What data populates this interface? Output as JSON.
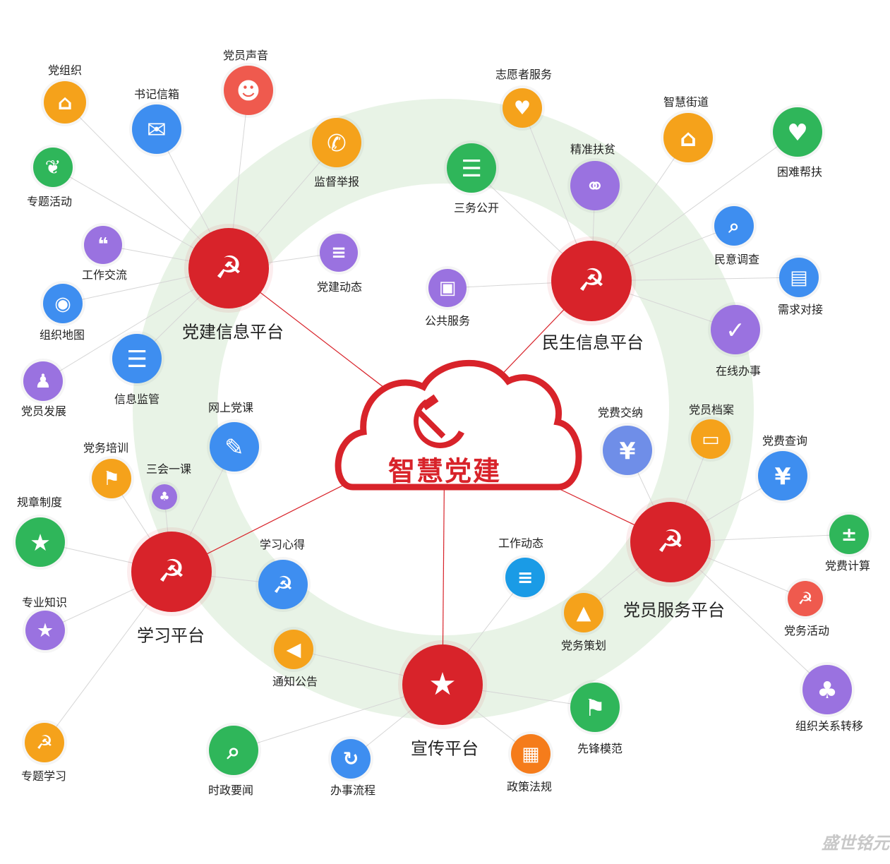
{
  "center": {
    "title": "智慧党建",
    "color": "#d8232a"
  },
  "ring_color": "#e8f3e6",
  "hubs": [
    {
      "id": "info",
      "label": "党建信息平台",
      "icon": "document-icon"
    },
    {
      "id": "livelihood",
      "label": "民生信息平台",
      "icon": "people-icon"
    },
    {
      "id": "service",
      "label": "党员服务平台",
      "icon": "member-icon"
    },
    {
      "id": "publicity",
      "label": "宣传平台",
      "icon": "certificate-icon"
    },
    {
      "id": "study",
      "label": "学习平台",
      "icon": "book-icon"
    }
  ],
  "nodes": [
    {
      "id": "dzz",
      "label": "党组织",
      "hub": "info",
      "color": "#f5a21b",
      "icon": "home-icon"
    },
    {
      "id": "dysy",
      "label": "党员声音",
      "hub": "info",
      "color": "#ef5a4e",
      "icon": "chat-user-icon"
    },
    {
      "id": "sjxx",
      "label": "书记信箱",
      "hub": "info",
      "color": "#3e8ef0",
      "icon": "mail-icon"
    },
    {
      "id": "ztdh",
      "label": "专题活动",
      "hub": "info",
      "color": "#2fb65a",
      "icon": "leaf-icon"
    },
    {
      "id": "jdjb",
      "label": "监督举报",
      "hub": "info",
      "color": "#f5a21b",
      "icon": "phone-icon"
    },
    {
      "id": "gzjl",
      "label": "工作交流",
      "hub": "info",
      "color": "#9a72e0",
      "icon": "chat-icon"
    },
    {
      "id": "djdt",
      "label": "党建动态",
      "hub": "info",
      "color": "#9a72e0",
      "icon": "news-icon"
    },
    {
      "id": "zzdt",
      "label": "组织地图",
      "hub": "info",
      "color": "#3e8ef0",
      "icon": "map-icon"
    },
    {
      "id": "xxjg",
      "label": "信息监管",
      "hub": "info",
      "color": "#3e8ef0",
      "icon": "database-icon"
    },
    {
      "id": "dyfz",
      "label": "党员发展",
      "hub": "info",
      "color": "#9a72e0",
      "icon": "user-icon"
    },
    {
      "id": "zyz",
      "label": "志愿者服务",
      "hub": "livelihood",
      "color": "#f5a21b",
      "icon": "heart-hand-icon"
    },
    {
      "id": "zhjd",
      "label": "智慧街道",
      "hub": "livelihood",
      "color": "#f5a21b",
      "icon": "location-icon"
    },
    {
      "id": "knbf",
      "label": "困难帮扶",
      "hub": "livelihood",
      "color": "#2fb65a",
      "icon": "heart-chat-icon"
    },
    {
      "id": "swgk",
      "label": "三务公开",
      "hub": "livelihood",
      "color": "#2fb65a",
      "icon": "list-icon"
    },
    {
      "id": "jzfp",
      "label": "精准扶贫",
      "hub": "livelihood",
      "color": "#9a72e0",
      "icon": "handshake-icon"
    },
    {
      "id": "mydc",
      "label": "民意调查",
      "hub": "livelihood",
      "color": "#3e8ef0",
      "icon": "search-doc-icon"
    },
    {
      "id": "xqdj",
      "label": "需求对接",
      "hub": "livelihood",
      "color": "#3e8ef0",
      "icon": "newspaper-icon"
    },
    {
      "id": "ggfw",
      "label": "公共服务",
      "hub": "livelihood",
      "color": "#9a72e0",
      "icon": "inbox-icon"
    },
    {
      "id": "zxbs",
      "label": "在线办事",
      "hub": "livelihood",
      "color": "#9a72e0",
      "icon": "monitor-icon"
    },
    {
      "id": "dfjn",
      "label": "党费交纳",
      "hub": "service",
      "color": "#6f8ee8",
      "icon": "bill-icon"
    },
    {
      "id": "dyda",
      "label": "党员档案",
      "hub": "service",
      "color": "#f5a21b",
      "icon": "id-card-icon"
    },
    {
      "id": "dfcx",
      "label": "党费查询",
      "hub": "service",
      "color": "#3e8ef0",
      "icon": "yen-icon"
    },
    {
      "id": "dfjs",
      "label": "党费计算",
      "hub": "service",
      "color": "#2fb65a",
      "icon": "calculator-icon"
    },
    {
      "id": "dwhd",
      "label": "党务活动",
      "hub": "service",
      "color": "#ef5a4e",
      "icon": "party-icon"
    },
    {
      "id": "dwch",
      "label": "党务策划",
      "hub": "service",
      "color": "#f5a21b",
      "icon": "clipboard-icon"
    },
    {
      "id": "zzgx",
      "label": "组织关系转移",
      "hub": "service",
      "color": "#9a72e0",
      "icon": "org-chart-icon"
    },
    {
      "id": "gzdt",
      "label": "工作动态",
      "hub": "publicity",
      "color": "#1a9be6",
      "icon": "file-icon"
    },
    {
      "id": "tzgg",
      "label": "通知公告",
      "hub": "publicity",
      "color": "#f5a21b",
      "icon": "megaphone-icon"
    },
    {
      "id": "xfmf",
      "label": "先锋模范",
      "hub": "publicity",
      "color": "#2fb65a",
      "icon": "flag-icon"
    },
    {
      "id": "zcfg",
      "label": "政策法规",
      "hub": "publicity",
      "color": "#f57c1b",
      "icon": "policy-icon"
    },
    {
      "id": "bslc",
      "label": "办事流程",
      "hub": "publicity",
      "color": "#3e8ef0",
      "icon": "process-icon"
    },
    {
      "id": "szyw",
      "label": "时政要闻",
      "hub": "publicity",
      "color": "#2fb65a",
      "icon": "news-search-icon"
    },
    {
      "id": "wsdk",
      "label": "网上党课",
      "hub": "study",
      "color": "#3e8ef0",
      "icon": "open-book-icon"
    },
    {
      "id": "dwpx",
      "label": "党务培训",
      "hub": "study",
      "color": "#f5a21b",
      "icon": "banner-icon"
    },
    {
      "id": "shyk",
      "label": "三会一课",
      "hub": "study",
      "color": "#9a72e0",
      "icon": "group-icon"
    },
    {
      "id": "gzzd",
      "label": "规章制度",
      "hub": "study",
      "color": "#2fb65a",
      "icon": "rules-icon"
    },
    {
      "id": "xxxd",
      "label": "学习心得",
      "hub": "study",
      "color": "#3e8ef0",
      "icon": "notes-icon"
    },
    {
      "id": "zyzs",
      "label": "专业知识",
      "hub": "study",
      "color": "#9a72e0",
      "icon": "knowledge-icon"
    },
    {
      "id": "ztxx",
      "label": "专题学习",
      "hub": "study",
      "color": "#f5a21b",
      "icon": "study-doc-icon"
    }
  ],
  "watermark": {
    "text": "盛世铭元"
  }
}
